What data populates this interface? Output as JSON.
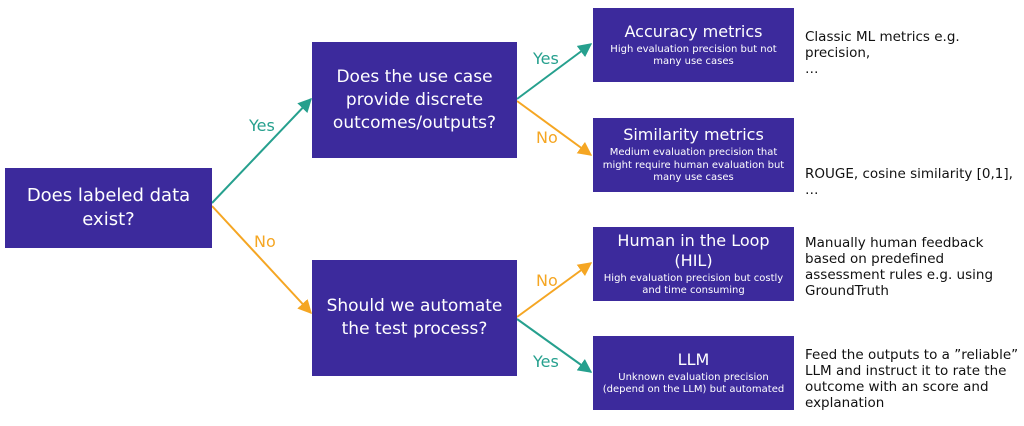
{
  "colors": {
    "box": "#3c2a9c",
    "yes": "#26a08e",
    "no": "#f5a623"
  },
  "root": {
    "text": "Does labeled data exist?"
  },
  "q_discrete": {
    "text": "Does the use case provide discrete outcomes/outputs?"
  },
  "q_automate": {
    "text": "Should we automate the test process?"
  },
  "edges": {
    "root_yes": "Yes",
    "root_no": "No",
    "discrete_yes": "Yes",
    "discrete_no": "No",
    "automate_no": "No",
    "automate_yes": "Yes"
  },
  "leaves": {
    "accuracy": {
      "title": "Accuracy metrics",
      "subtitle": "High evaluation precision but not many use cases",
      "note": "Classic ML metrics e.g. precision,\n…"
    },
    "similarity": {
      "title": "Similarity metrics",
      "subtitle": "Medium evaluation precision that might require human evaluation but many use cases",
      "note": "ROUGE, cosine similarity [0,1], …"
    },
    "hil": {
      "title": "Human in the Loop (HIL)",
      "subtitle": "High evaluation precision but costly and time consuming",
      "note": "Manually human feedback\nbased on predefined\nassessment rules e.g. using\nGroundTruth"
    },
    "llm": {
      "title": "LLM",
      "subtitle": "Unknown evaluation precision (depend on the LLM) but automated",
      "note": "Feed the outputs to a ”reliable”\nLLM and instruct it to rate the\noutcome with an score and\nexplanation"
    }
  }
}
